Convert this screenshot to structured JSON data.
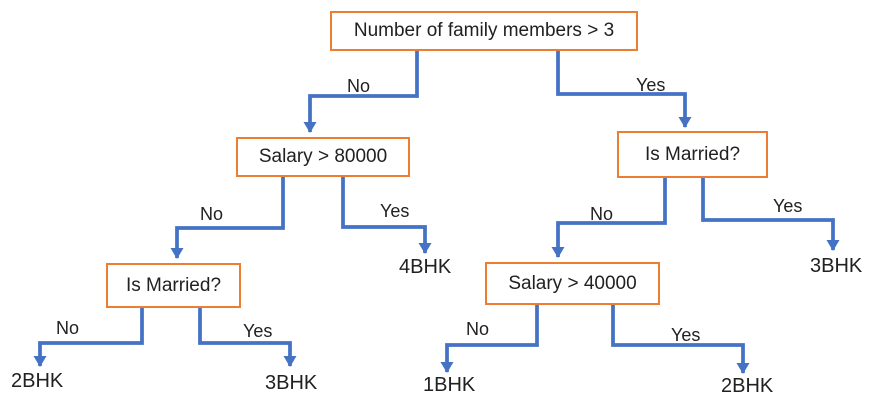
{
  "tree": {
    "nodes": {
      "root": {
        "label": "Number of family members > 3"
      },
      "salary_80k": {
        "label": "Salary > 80000"
      },
      "married_right": {
        "label": "Is Married?"
      },
      "married_left": {
        "label": "Is Married?"
      },
      "salary_40k": {
        "label": "Salary > 40000"
      }
    },
    "edges": {
      "root_no": {
        "label": "No"
      },
      "root_yes": {
        "label": "Yes"
      },
      "salary80k_no": {
        "label": "No"
      },
      "salary80k_yes": {
        "label": "Yes"
      },
      "married_left_no": {
        "label": "No"
      },
      "married_left_yes": {
        "label": "Yes"
      },
      "married_right_no": {
        "label": "No"
      },
      "married_right_yes": {
        "label": "Yes"
      },
      "salary40k_no": {
        "label": "No"
      },
      "salary40k_yes": {
        "label": "Yes"
      }
    },
    "leaves": {
      "salary80k_yes_leaf": {
        "label": "4BHK"
      },
      "married_left_no_leaf": {
        "label": "2BHK"
      },
      "married_left_yes_leaf": {
        "label": "3BHK"
      },
      "married_right_yes_leaf": {
        "label": "3BHK"
      },
      "salary40k_no_leaf": {
        "label": "1BHK"
      },
      "salary40k_yes_leaf": {
        "label": "2BHK"
      }
    },
    "colors": {
      "box_border": "#ED7D31",
      "connector": "#4472C4",
      "text": "#212121",
      "background": "#ffffff"
    }
  }
}
